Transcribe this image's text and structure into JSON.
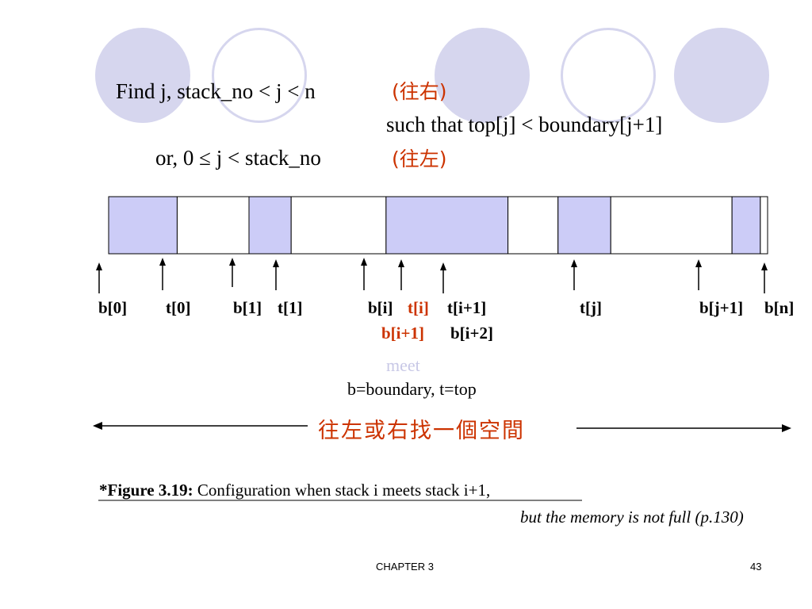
{
  "decor": {
    "circle_fill": "#d6d6ee",
    "accent": "#cc3300",
    "meet_color": "#c8c8e6"
  },
  "conditions": {
    "line1": "Find j, stack_no < j < n",
    "line1_note": "(往右)",
    "line2": "such that top[j] < boundary[j+1]",
    "line3": "or, 0 ≤ j < stack_no",
    "line3_note": "(往左)"
  },
  "memory": {
    "segments": [
      {
        "start": 0.0,
        "end": 0.104,
        "used": true
      },
      {
        "start": 0.104,
        "end": 0.213,
        "used": false
      },
      {
        "start": 0.213,
        "end": 0.277,
        "used": true
      },
      {
        "start": 0.277,
        "end": 0.421,
        "used": false
      },
      {
        "start": 0.421,
        "end": 0.606,
        "used": true
      },
      {
        "start": 0.606,
        "end": 0.682,
        "used": false
      },
      {
        "start": 0.682,
        "end": 0.762,
        "used": true
      },
      {
        "start": 0.762,
        "end": 0.946,
        "used": false
      },
      {
        "start": 0.946,
        "end": 0.989,
        "used": true
      },
      {
        "start": 0.989,
        "end": 1.0,
        "used": false
      }
    ],
    "used_color": "#ccccf7"
  },
  "pointers": {
    "labels": [
      {
        "text": "b[0]"
      },
      {
        "text": "t[0]"
      },
      {
        "text": "b[1]"
      },
      {
        "text": "t[1]"
      },
      {
        "text": "b[i]"
      },
      {
        "text": "t[i]",
        "highlight": true
      },
      {
        "text": "t[i+1]"
      },
      {
        "text": "t[j]"
      },
      {
        "text": "b[j+1]"
      },
      {
        "text": "b[n]"
      }
    ],
    "row2": [
      {
        "text": "b[i+1]",
        "highlight": true
      },
      {
        "text": "b[i+2]"
      }
    ],
    "meet": "meet"
  },
  "legend": "b=boundary, t=top",
  "search_text": "往左或右找一個空間",
  "caption": {
    "bold": "*Figure 3.19:",
    "text": " Configuration when stack i meets stack i+1,",
    "line2": "but the memory is not full (p.130)"
  },
  "footer": {
    "chapter": "CHAPTER 3",
    "page": "43"
  }
}
